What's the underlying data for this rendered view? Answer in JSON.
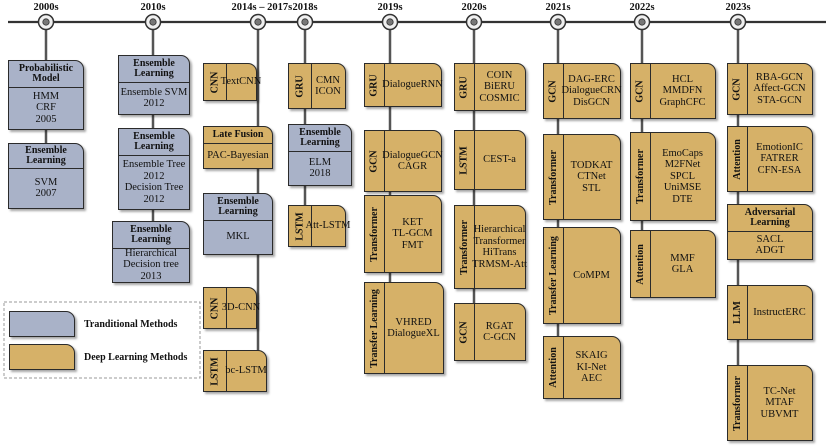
{
  "years": [
    "2000s",
    "2010s",
    "2014s – 2017s",
    "2018s",
    "2019s",
    "2020s",
    "2021s",
    "2022s",
    "2023s"
  ],
  "legend": {
    "traditional": "Tranditional Methods",
    "deep_learning": "Deep Learning Methods",
    "colors": {
      "traditional": "#a9b2c8",
      "deep_learning": "#d6b168"
    }
  },
  "columns": [
    {
      "year_index": 0,
      "boxes": [
        {
          "kind": "trad",
          "header": [
            "Probabilistic",
            "Model"
          ],
          "lines": [
            "HMM",
            "CRF",
            "2005"
          ]
        },
        {
          "kind": "trad",
          "header": [
            "Ensemble",
            "Learning"
          ],
          "lines": [
            "SVM",
            "2007"
          ]
        }
      ]
    },
    {
      "year_index": 1,
      "boxes": [
        {
          "kind": "trad",
          "header": [
            "Ensemble",
            "Learning"
          ],
          "lines": [
            "Ensemble SVM",
            "2012"
          ]
        },
        {
          "kind": "trad",
          "header": [
            "Ensemble",
            "Learning"
          ],
          "lines": [
            "Ensemble Tree",
            "2012",
            "Decision Tree",
            "2012"
          ]
        },
        {
          "kind": "trad",
          "header": [
            "Ensemble",
            "Learning"
          ],
          "lines": [
            "Hierarchical",
            "Decision tree",
            "2013"
          ]
        }
      ]
    },
    {
      "year_index": 2,
      "boxes": [
        {
          "kind": "dl",
          "tab": "CNN",
          "lines": [
            "TextCNN"
          ]
        },
        {
          "kind": "dl",
          "header": [
            "Late Fusion"
          ],
          "lines": [
            "PAC-Bayesian"
          ]
        },
        {
          "kind": "trad",
          "header": [
            "Ensemble",
            "Learning"
          ],
          "lines": [
            "MKL"
          ]
        },
        {
          "kind": "dl",
          "tab": "CNN",
          "lines": [
            "3D-CNN"
          ]
        },
        {
          "kind": "dl",
          "tab": "LSTM",
          "lines": [
            "bc-LSTM"
          ]
        }
      ]
    },
    {
      "year_index": 3,
      "boxes": [
        {
          "kind": "dl",
          "tab": "GRU",
          "lines": [
            "CMN",
            "ICON"
          ]
        },
        {
          "kind": "trad",
          "header": [
            "Ensemble",
            "Learning"
          ],
          "lines": [
            "ELM",
            "2018"
          ]
        },
        {
          "kind": "dl",
          "tab": "LSTM",
          "lines": [
            "Att-LSTM"
          ]
        }
      ]
    },
    {
      "year_index": 4,
      "boxes": [
        {
          "kind": "dl",
          "tab": "GRU",
          "lines": [
            "DialogueRNN"
          ]
        },
        {
          "kind": "dl",
          "tab": "GCN",
          "lines": [
            "DialogueGCN",
            "CAGR"
          ]
        },
        {
          "kind": "dl",
          "tab": "Transformer",
          "lines": [
            "KET",
            "TL-GCM",
            "FMT"
          ]
        },
        {
          "kind": "dl",
          "tab": "Transfer Learning",
          "lines": [
            "VHRED",
            "DialogueXL"
          ]
        }
      ]
    },
    {
      "year_index": 5,
      "boxes": [
        {
          "kind": "dl",
          "tab": "GRU",
          "lines": [
            "COIN",
            "BiERU",
            "COSMIC"
          ]
        },
        {
          "kind": "dl",
          "tab": "LSTM",
          "lines": [
            "CEST-a"
          ]
        },
        {
          "kind": "dl",
          "tab": "Transformer",
          "lines": [
            "Hierarchical",
            "Transformer",
            "HiTrans",
            "TRMSM-Att"
          ]
        },
        {
          "kind": "dl",
          "tab": "GCN",
          "lines": [
            "RGAT",
            "C-GCN"
          ]
        }
      ]
    },
    {
      "year_index": 6,
      "boxes": [
        {
          "kind": "dl",
          "tab": "GCN",
          "lines": [
            "DAG-ERC",
            "DialogueCRN",
            "DisGCN"
          ]
        },
        {
          "kind": "dl",
          "tab": "Transformer",
          "lines": [
            "TODKAT",
            "CTNet",
            "STL"
          ]
        },
        {
          "kind": "dl",
          "tab": "Transfer Learning",
          "lines": [
            "CoMPM"
          ]
        },
        {
          "kind": "dl",
          "tab": "Attention",
          "lines": [
            "SKAIG",
            "KI-Net",
            "AEC"
          ]
        }
      ]
    },
    {
      "year_index": 7,
      "boxes": [
        {
          "kind": "dl",
          "tab": "GCN",
          "lines": [
            "HCL",
            "MMDFN",
            "GraphCFC"
          ]
        },
        {
          "kind": "dl",
          "tab": "Transformer",
          "lines": [
            "EmoCaps",
            "M2FNet",
            "SPCL",
            "UniMSE",
            "DTE"
          ]
        },
        {
          "kind": "dl",
          "tab": "Attention",
          "lines": [
            "MMF",
            "GLA"
          ]
        }
      ]
    },
    {
      "year_index": 8,
      "boxes": [
        {
          "kind": "dl",
          "tab": "GCN",
          "lines": [
            "RBA-GCN",
            "Affect-GCN",
            "STA-GCN"
          ]
        },
        {
          "kind": "dl",
          "tab": "Attention",
          "lines": [
            "EmotionIC",
            "FATRER",
            "CFN-ESA"
          ]
        },
        {
          "kind": "dl",
          "header": [
            "Adversarial",
            "Learning"
          ],
          "lines": [
            "SACL",
            "ADGT"
          ]
        },
        {
          "kind": "dl",
          "tab": "LLM",
          "lines": [
            "InstructERC"
          ]
        },
        {
          "kind": "dl",
          "tab": "Transformer",
          "lines": [
            "TC-Net",
            "MTAF",
            "UBVMT"
          ]
        }
      ]
    }
  ]
}
